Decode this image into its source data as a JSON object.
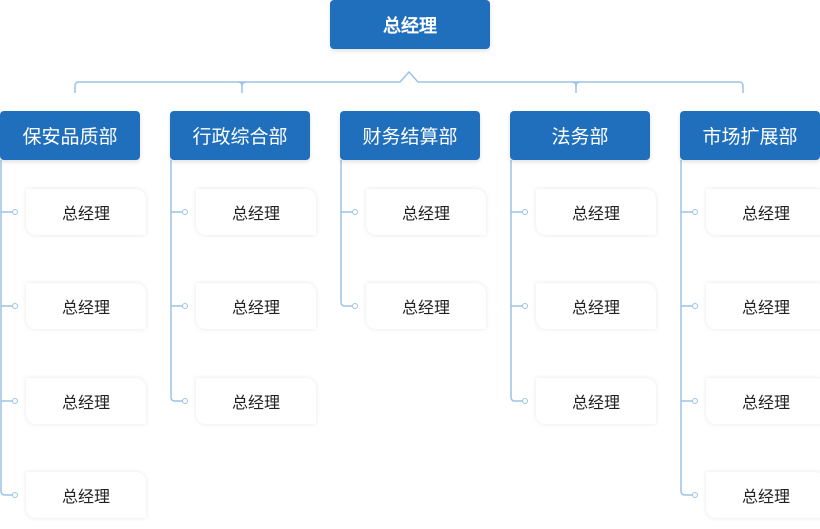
{
  "top": {
    "title": "总经理"
  },
  "colors": {
    "box_fill": "#1f6fbd",
    "connector": "#9cc3e5",
    "text_light": "#ffffff",
    "text_dark": "#222222"
  },
  "departments": [
    {
      "label": "保安品质部",
      "items": [
        "总经理",
        "总经理",
        "总经理",
        "总经理"
      ]
    },
    {
      "label": "行政综合部",
      "items": [
        "总经理",
        "总经理",
        "总经理"
      ]
    },
    {
      "label": "财务结算部",
      "items": [
        "总经理",
        "总经理"
      ]
    },
    {
      "label": "法务部",
      "items": [
        "总经理",
        "总经理",
        "总经理"
      ]
    },
    {
      "label": "市场扩展部",
      "items": [
        "总经理",
        "总经理",
        "总经理",
        "总经理"
      ]
    }
  ]
}
